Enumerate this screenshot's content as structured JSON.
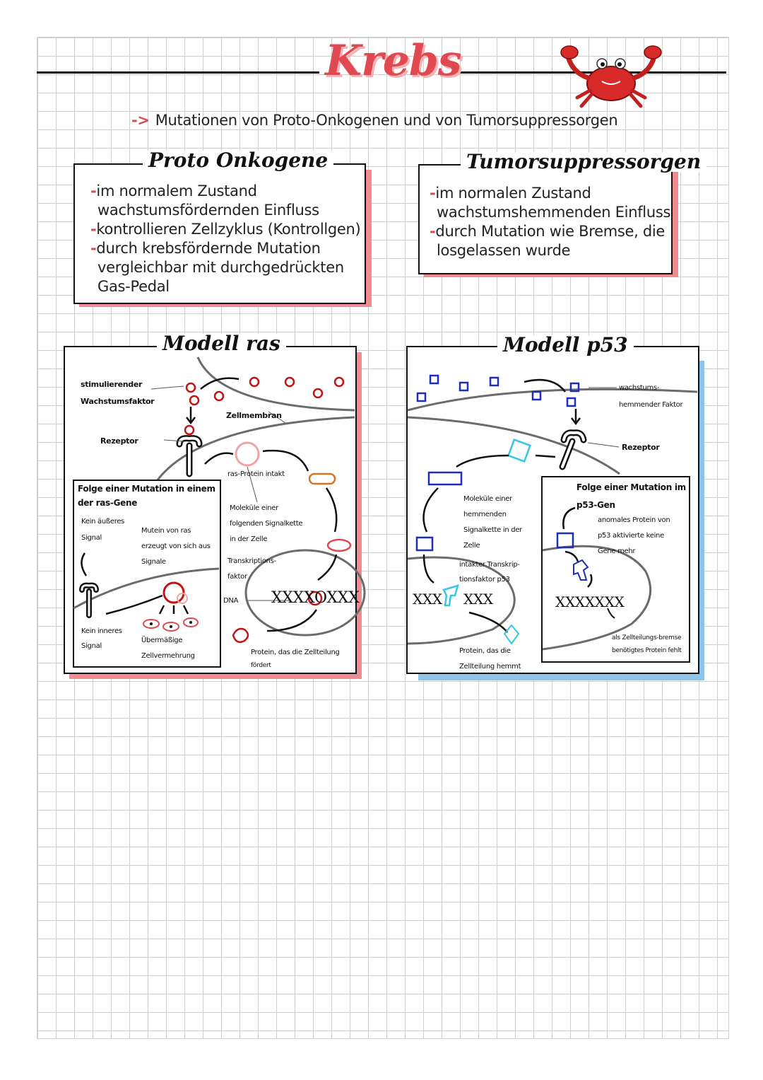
{
  "page": {
    "title": "Krebs",
    "subtitle_arrow": "->",
    "subtitle": "Mutationen von Proto-Onkogenen und von Tumorsuppressorgen"
  },
  "proto_onkogene": {
    "title": "Proto Onkogene",
    "lines": [
      "im normalem Zustand",
      "wachstumsfördernden Einfluss",
      "kontrollieren Zellzyklus (Kontrollgen)",
      "durch krebsfördernde Mutation",
      "vergleichbar mit durchgedrückten",
      "Gas-Pedal"
    ]
  },
  "tumorsuppressorgen": {
    "title": "Tumorsuppressorgen",
    "lines": [
      "im normalen Zustand",
      "wachstumshemmenden Einfluss",
      "durch Mutation wie Bremse, die",
      "losgelassen wurde"
    ]
  },
  "modell_ras": {
    "title": "Modell ras",
    "labels": {
      "factor_1": "stimulierender",
      "factor_2": "Wachstumsfaktor",
      "membrane": "Zellmembran",
      "receptor": "Rezeptor",
      "ras_intact": "ras-Protein intakt",
      "molecules_1": "Moleküle einer",
      "molecules_2": "folgenden Signalkette",
      "molecules_3": "in der Zelle",
      "tf_1": "Transkriptions-",
      "tf_2": "faktor",
      "dna": "DNA",
      "dna_strand": "XXXXOXXX",
      "protein_1": "Protein, das die Zellteilung",
      "protein_2": "fördert"
    },
    "inset": {
      "title_1": "Folge einer Mutation in einem",
      "title_2": "der ras-Gene",
      "no_outer_1": "Kein äußeres",
      "no_outer_2": "Signal",
      "mutein_1": "Mutein von ras",
      "mutein_2": "erzeugt von sich aus",
      "mutein_3": "Signale",
      "no_inner_1": "Kein inneres",
      "no_inner_2": "Signal",
      "excess_1": "Übermäßige",
      "excess_2": "Zellvermehrung"
    }
  },
  "modell_p53": {
    "title": "Modell p53",
    "labels": {
      "factor_1": "wachstums-",
      "factor_2": "hemmender Faktor",
      "receptor": "Rezeptor",
      "molecules_1": "Moleküle einer",
      "molecules_2": "hemmenden",
      "molecules_3": "Signalkette in der",
      "molecules_4": "Zelle",
      "tf_1": "intakter Transkrip-",
      "tf_2": "tionsfaktor p53",
      "dna_left": "XXX",
      "dna_right": "XXX",
      "protein_1": "Protein, das die",
      "protein_2": "Zellteilung hemmt"
    },
    "inset": {
      "title_1": "Folge einer Mutation im",
      "title_2": "p53-Gen",
      "abnormal_1": "anomales Protein von",
      "abnormal_2": "p53 aktivierte keine",
      "abnormal_3": "Gene mehr",
      "dna": "XXXXXXX",
      "missing_1": "als Zellteilungs-bremse",
      "missing_2": "benötigtes Protein fehlt"
    }
  },
  "colors": {
    "accent_red": "#e0494f",
    "shadow_red": "#f08b8f",
    "shadow_blue": "#8cc4ee",
    "p53_blue": "#1d2fb8",
    "cyan": "#35c6e6",
    "orange": "#d9731f"
  }
}
